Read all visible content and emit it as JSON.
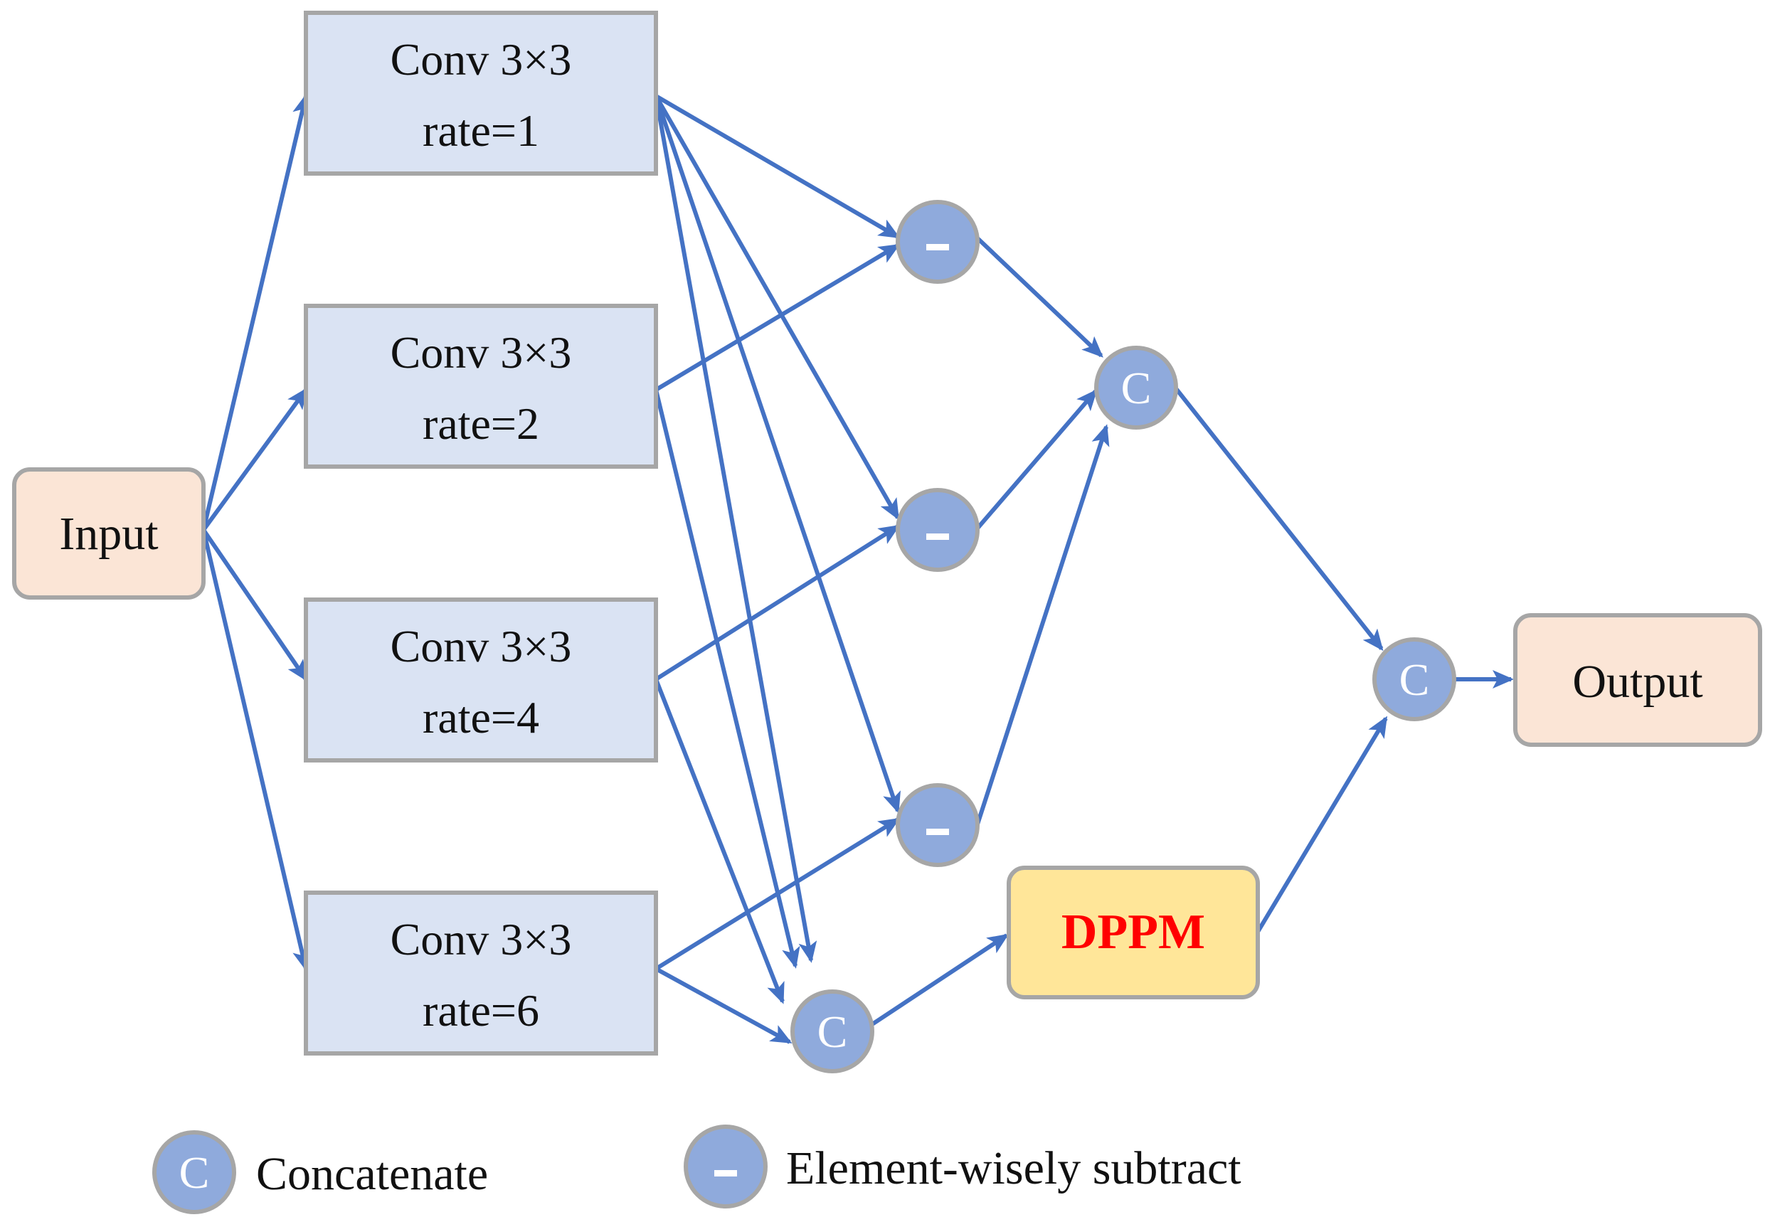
{
  "colors": {
    "arrow": "#4472C4",
    "conv_fill": "#DAE3F3",
    "io_fill": "#FBE5D6",
    "dppm_fill": "#FFE699",
    "dppm_text": "#FF0000",
    "op_fill": "#8FAADC",
    "border": "#A6A6A6"
  },
  "nodes": {
    "input": {
      "label": "Input"
    },
    "output": {
      "label": "Output"
    },
    "dppm": {
      "label": "DPPM"
    },
    "conv1": {
      "line1": "Conv 3×3",
      "line2": "rate=1"
    },
    "conv2": {
      "line1": "Conv 3×3",
      "line2": "rate=2"
    },
    "conv4": {
      "line1": "Conv 3×3",
      "line2": "rate=4"
    },
    "conv6": {
      "line1": "Conv 3×3",
      "line2": "rate=6"
    }
  },
  "operators": {
    "concat_symbol": "C",
    "subtract_symbol": "–"
  },
  "legend": {
    "concat_label": "Concatenate",
    "subtract_label": "Element-wisely subtract"
  }
}
